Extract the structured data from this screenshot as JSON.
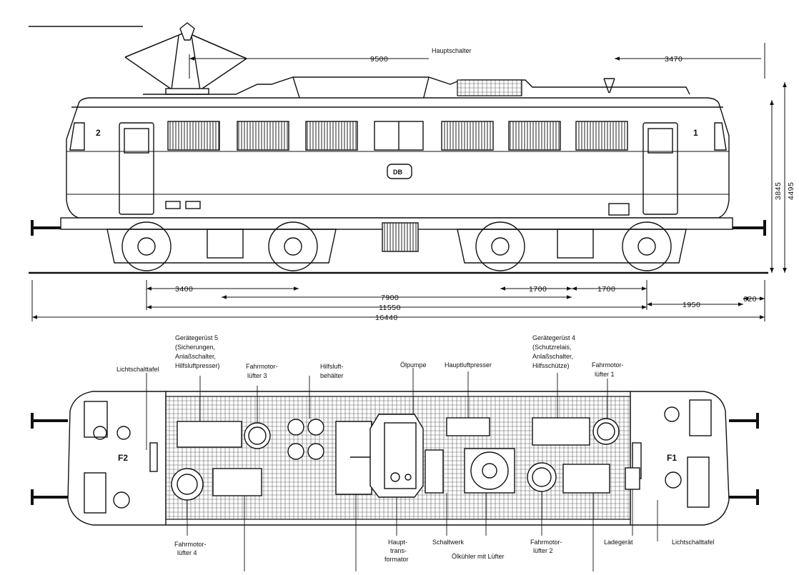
{
  "side_view": {
    "cab_numbers": [
      "2",
      "1"
    ],
    "emblem": "DB",
    "top_dims": {
      "left": "9500",
      "right": "3470"
    },
    "label_hauptschalter": "Hauptschalter",
    "height_dims": [
      "3845",
      "4495"
    ],
    "bottom_dims": {
      "d3400": "3400",
      "d1700a": "1700",
      "d1700b": "1700",
      "d7900": "7900",
      "d11550": "11550",
      "d1950": "1950",
      "d620": "620",
      "d16440": "16440"
    }
  },
  "plan_view": {
    "labels": {
      "geraetegeruest5": [
        "Gerätegerüst 5",
        "(Sicherungen,",
        "Anlaßschalter,",
        "Hilfsluftpresser)"
      ],
      "geraetegeruest4": [
        "Gerätegerüst 4",
        "(Schutzrelais,",
        "Anlaßschalter,",
        "Hilfsschütze)"
      ],
      "lichtschalttafel_left": "Lichtschalttafel",
      "fahrmotorluefter3": [
        "Fahrmotor-",
        "lüfter 3"
      ],
      "hilfsluftbehaelter": [
        "Hilfsluft-",
        "behälter"
      ],
      "oelpumpe": "Ölpumpe",
      "hauptluftpresser": "Hauptluftpresser",
      "fahrmotorluefter1": [
        "Fahrmotor-",
        "lüfter 1"
      ],
      "f2": "F2",
      "f1": "F1",
      "fahrmotorluefter4": [
        "Fahrmotor-",
        "lüfter 4"
      ],
      "haupttransformator": [
        "Haupt-",
        "trans-",
        "formator"
      ],
      "schaltwerk": "Schaltwerk",
      "oelkuehler": "Ölkühler mit Lüfter",
      "fahrmotorluefter2": [
        "Fahrmotor-",
        "lüfter 2"
      ],
      "ladegeraet": "Ladegerät",
      "lichtschalttafel_right": "Lichtschalttafel"
    }
  }
}
